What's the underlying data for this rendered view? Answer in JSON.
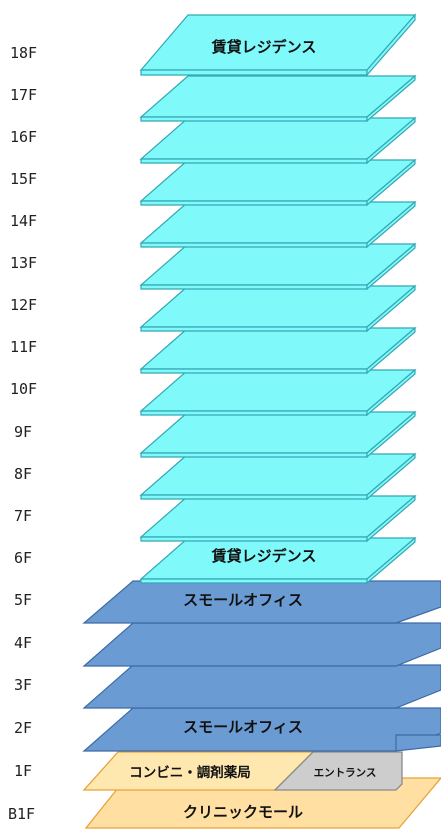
{
  "floor_labels": [
    "18F",
    "17F",
    "16F",
    "15F",
    "14F",
    "13F",
    "12F",
    "11F",
    "10F",
    "9F",
    "8F",
    "7F",
    "6F",
    "5F",
    "4F",
    "3F",
    "2F",
    "1F",
    "B1F"
  ],
  "zones": {
    "residence": {
      "label": "賃貸レジデンス",
      "fill": "#7ff9f9",
      "stroke": "#35a7b4"
    },
    "office": {
      "label": "スモールオフィス",
      "fill": "#6b9bd3",
      "stroke": "#3d6aa6"
    },
    "retail": {
      "label": "コンビニ・調剤薬局",
      "fill": "#ffe8b0",
      "stroke": "#e8a23a"
    },
    "entrance": {
      "label": "エントランス",
      "fill": "#cdcdcd",
      "stroke": "#8a8a8a"
    },
    "clinic": {
      "label": "クリニックモール",
      "fill": "#ffe0a2",
      "stroke": "#e8a23a"
    }
  }
}
